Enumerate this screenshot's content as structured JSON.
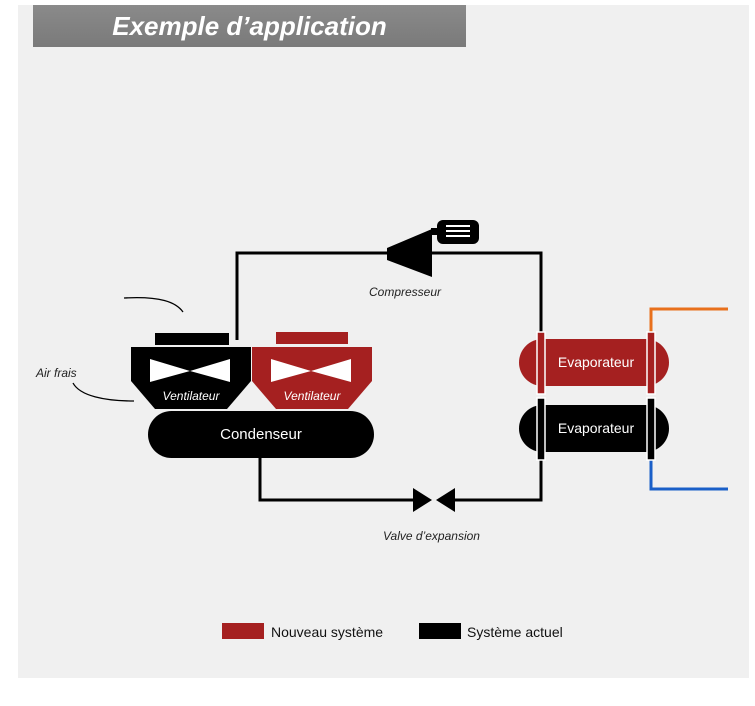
{
  "header": {
    "title": "Exemple d’application"
  },
  "labels": {
    "compressor": "Compresseur",
    "fresh_air": "Air frais",
    "fan_current": "Ventilateur",
    "fan_new": "Ventilateur",
    "condenser": "Condenseur",
    "evaporator_new": "Evaporateur",
    "evaporator_current": "Evaporateur",
    "expansion_valve": "Valve d’expansion"
  },
  "legend": [
    {
      "label": "Nouveau système",
      "color": "#a52020"
    },
    {
      "label": "Système actuel",
      "color": "#000000"
    }
  ],
  "colors": {
    "new_system": "#a52020",
    "current_system": "#000000",
    "hot_pipe": "#e8701c",
    "cold_pipe": "#1a5fc8"
  }
}
